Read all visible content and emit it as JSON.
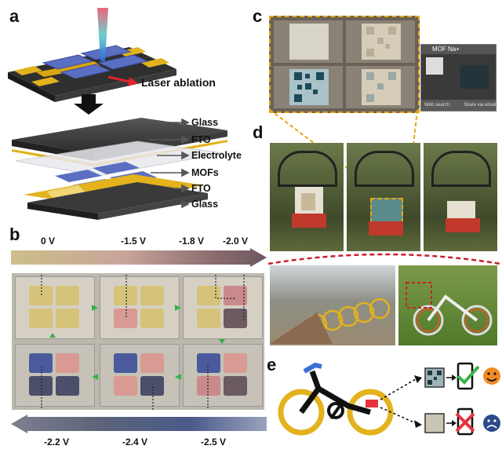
{
  "panels": {
    "a": {
      "letter": "a",
      "laser_label": "Laser ablation",
      "layers": [
        "Glass",
        "FTO",
        "Electrolyte",
        "MOFs",
        "FTO",
        "Glass"
      ]
    },
    "b": {
      "letter": "b",
      "top_voltages": [
        "0 V",
        "-1.5 V",
        "-1.8 V",
        "-2.0 V"
      ],
      "bottom_voltages": [
        "-2.2 V",
        "-2.4 V",
        "-2.5 V"
      ]
    },
    "c": {
      "letter": "c",
      "phone_title": "MOF Na+",
      "phone_btn_left": "Web search",
      "phone_btn_right": "Share via email"
    },
    "d": {
      "letter": "d"
    },
    "e": {
      "letter": "e"
    }
  },
  "colors": {
    "gold": "#e3b21c",
    "mof_blue": "#5a6fc2",
    "arrow_top_start": "#cdbf8a",
    "arrow_top_end": "#6b5960",
    "arrow_bottom_start": "#4a5a8a",
    "arrow_bottom_end": "#b9b9bf",
    "dashed_red": "#c8202a",
    "dashed_gold": "#e3a81a",
    "check_green": "#3bb54a",
    "cross_red": "#e8313b"
  }
}
